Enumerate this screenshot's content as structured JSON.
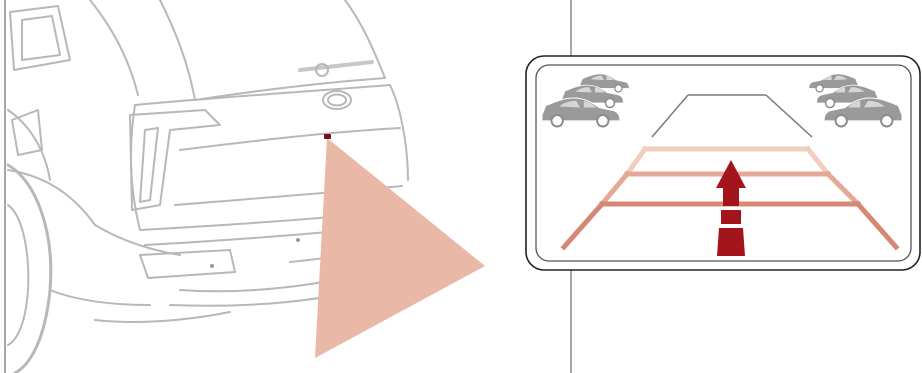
{
  "colors": {
    "line": "#b8b8b8",
    "line_dark": "#8f8f8f",
    "beam": "#e9b8a6",
    "guide_far": "#f2cdbf",
    "guide_mid": "#e3a996",
    "guide_near": "#d58873",
    "arrow": "#a3141c",
    "car_fill": "#9a9a9a"
  },
  "icons": {
    "vehicle": "suv-rear-view-illustration",
    "camera": "rear-camera-icon",
    "beam": "camera-field-of-view",
    "display": "rear-view-display-screen",
    "arrow": "reverse-direction-arrow"
  }
}
